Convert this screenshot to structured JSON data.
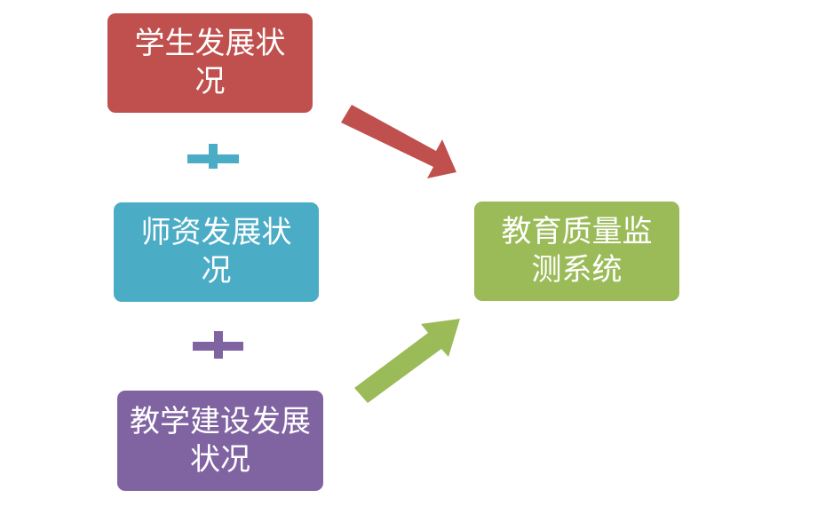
{
  "diagram": {
    "inputs": [
      {
        "label": "学生发展状况",
        "color": "#c0504d"
      },
      {
        "label": "师资发展状况",
        "color": "#4bacc6"
      },
      {
        "label": "教学建设发展状况",
        "color": "#8064a2"
      }
    ],
    "output": {
      "label": "教育质量监测系统",
      "color": "#9bbb59"
    },
    "plus_signs": [
      {
        "icon": "plus-icon",
        "color": "#4bacc6"
      },
      {
        "icon": "plus-icon",
        "color": "#8064a2"
      }
    ],
    "arrows": [
      {
        "icon": "arrow-down-right-icon",
        "color": "#c0504d"
      },
      {
        "icon": "arrow-up-right-icon",
        "color": "#9bbb59"
      }
    ]
  }
}
